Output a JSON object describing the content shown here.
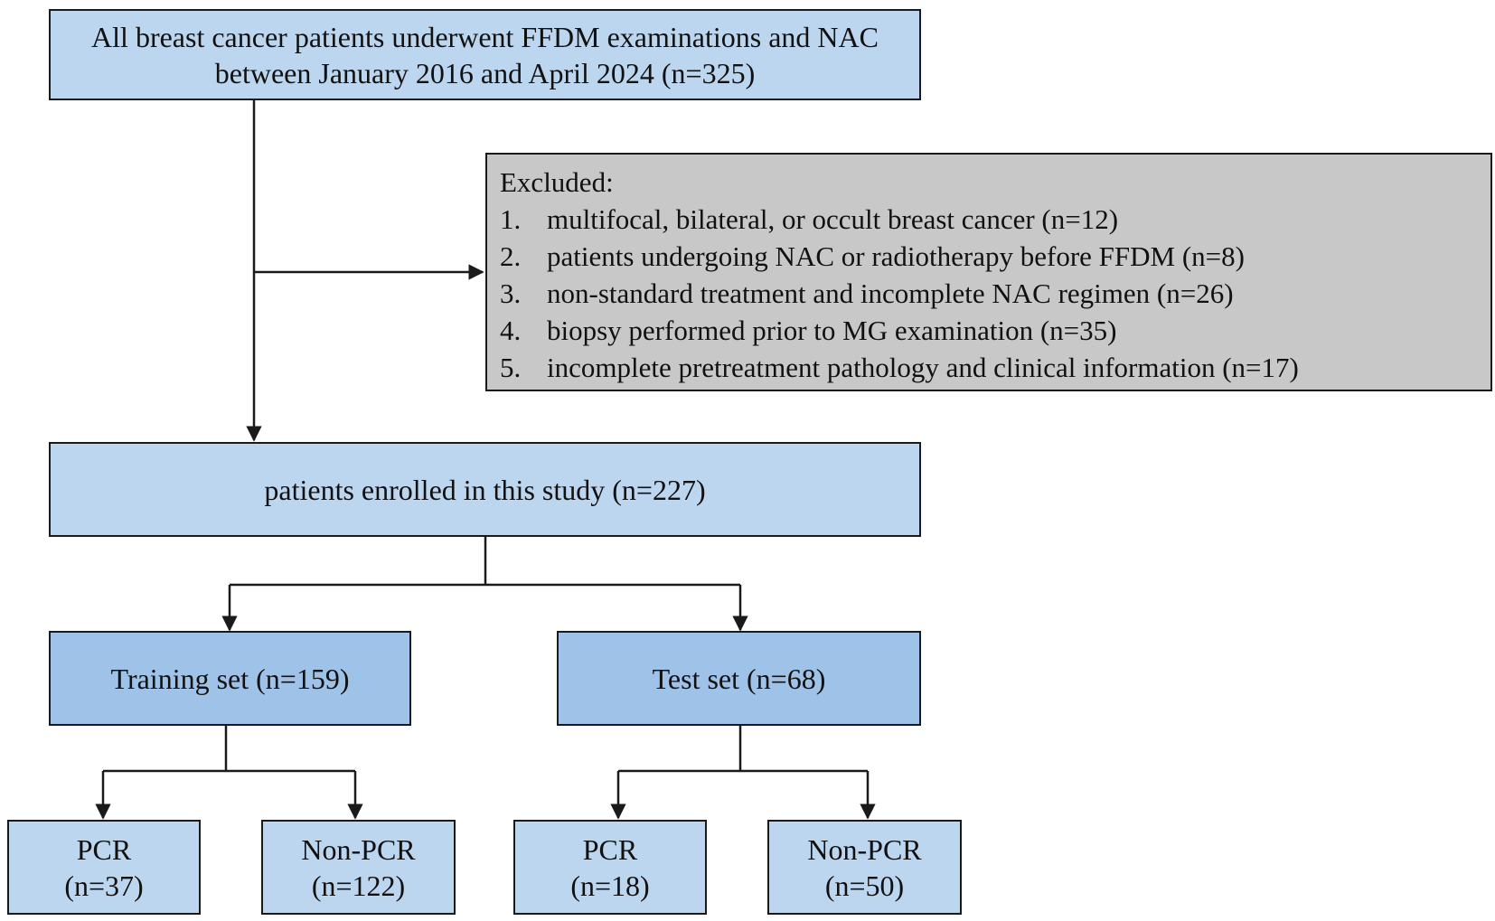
{
  "top": {
    "line1": "All breast cancer patients underwent FFDM examinations and NAC",
    "line2": "between January 2016 and April 2024 (n=325)"
  },
  "excluded": {
    "title": "Excluded:",
    "items": [
      {
        "num": "1.",
        "text": "multifocal, bilateral, or occult breast cancer (n=12)"
      },
      {
        "num": "2.",
        "text": "patients undergoing NAC or radiotherapy before FFDM (n=8)"
      },
      {
        "num": "3.",
        "text": "non-standard treatment and incomplete NAC regimen (n=26)"
      },
      {
        "num": "4.",
        "text": "biopsy  performed prior to MG examination (n=35)"
      },
      {
        "num": "5.",
        "text": "incomplete pretreatment pathology and clinical information (n=17)"
      }
    ]
  },
  "enrolled": {
    "text": "patients enrolled in this study (n=227)"
  },
  "training": {
    "label": "Training set (n=159)",
    "pcr": {
      "line1": "PCR",
      "line2": "(n=37)"
    },
    "nonpcr": {
      "line1": "Non-PCR",
      "line2": "(n=122)"
    }
  },
  "test": {
    "label": "Test set (n=68)",
    "pcr": {
      "line1": "PCR",
      "line2": "(n=18)"
    },
    "nonpcr": {
      "line1": "Non-PCR",
      "line2": "(n=50)"
    }
  },
  "colors": {
    "box_light": "#bcd6ef",
    "box_mid": "#9fc3e8",
    "box_excluded": "#c8c8c8",
    "line": "#1a1a1a"
  }
}
